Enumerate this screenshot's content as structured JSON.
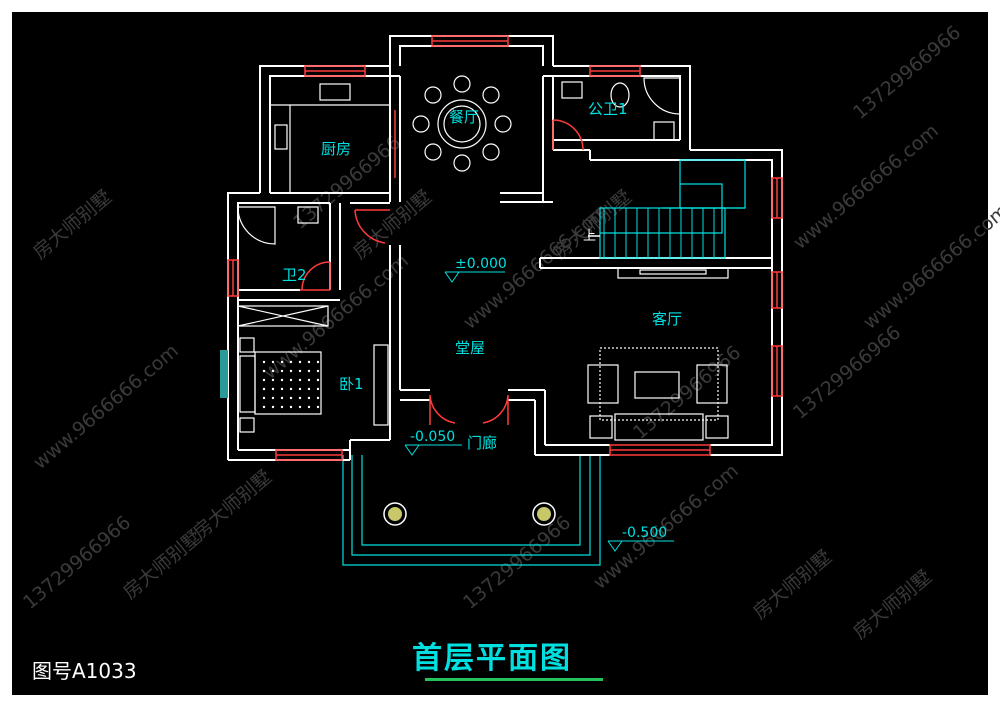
{
  "plan": {
    "title": "首层平面图",
    "drawing_number": "图号A1033",
    "rooms": {
      "dining": "餐厅",
      "kitchen": "厨房",
      "public_wc": "公卫1",
      "wc2": "卫2",
      "hall": "堂屋",
      "living": "客厅",
      "bedroom": "卧1",
      "porch": "门廊"
    },
    "stair_label": "上",
    "elevations": {
      "floor": "±0.000",
      "porch": "-0.050",
      "exterior": "-0.500"
    },
    "watermarks": [
      "房大师别墅",
      "www.9666666.com",
      "13729966966"
    ]
  },
  "colors": {
    "wall": "#ffffff",
    "window": "#ff3b3b",
    "door": "#ff3b3b",
    "text": "#00e0e0",
    "stair": "#00e0e0"
  }
}
